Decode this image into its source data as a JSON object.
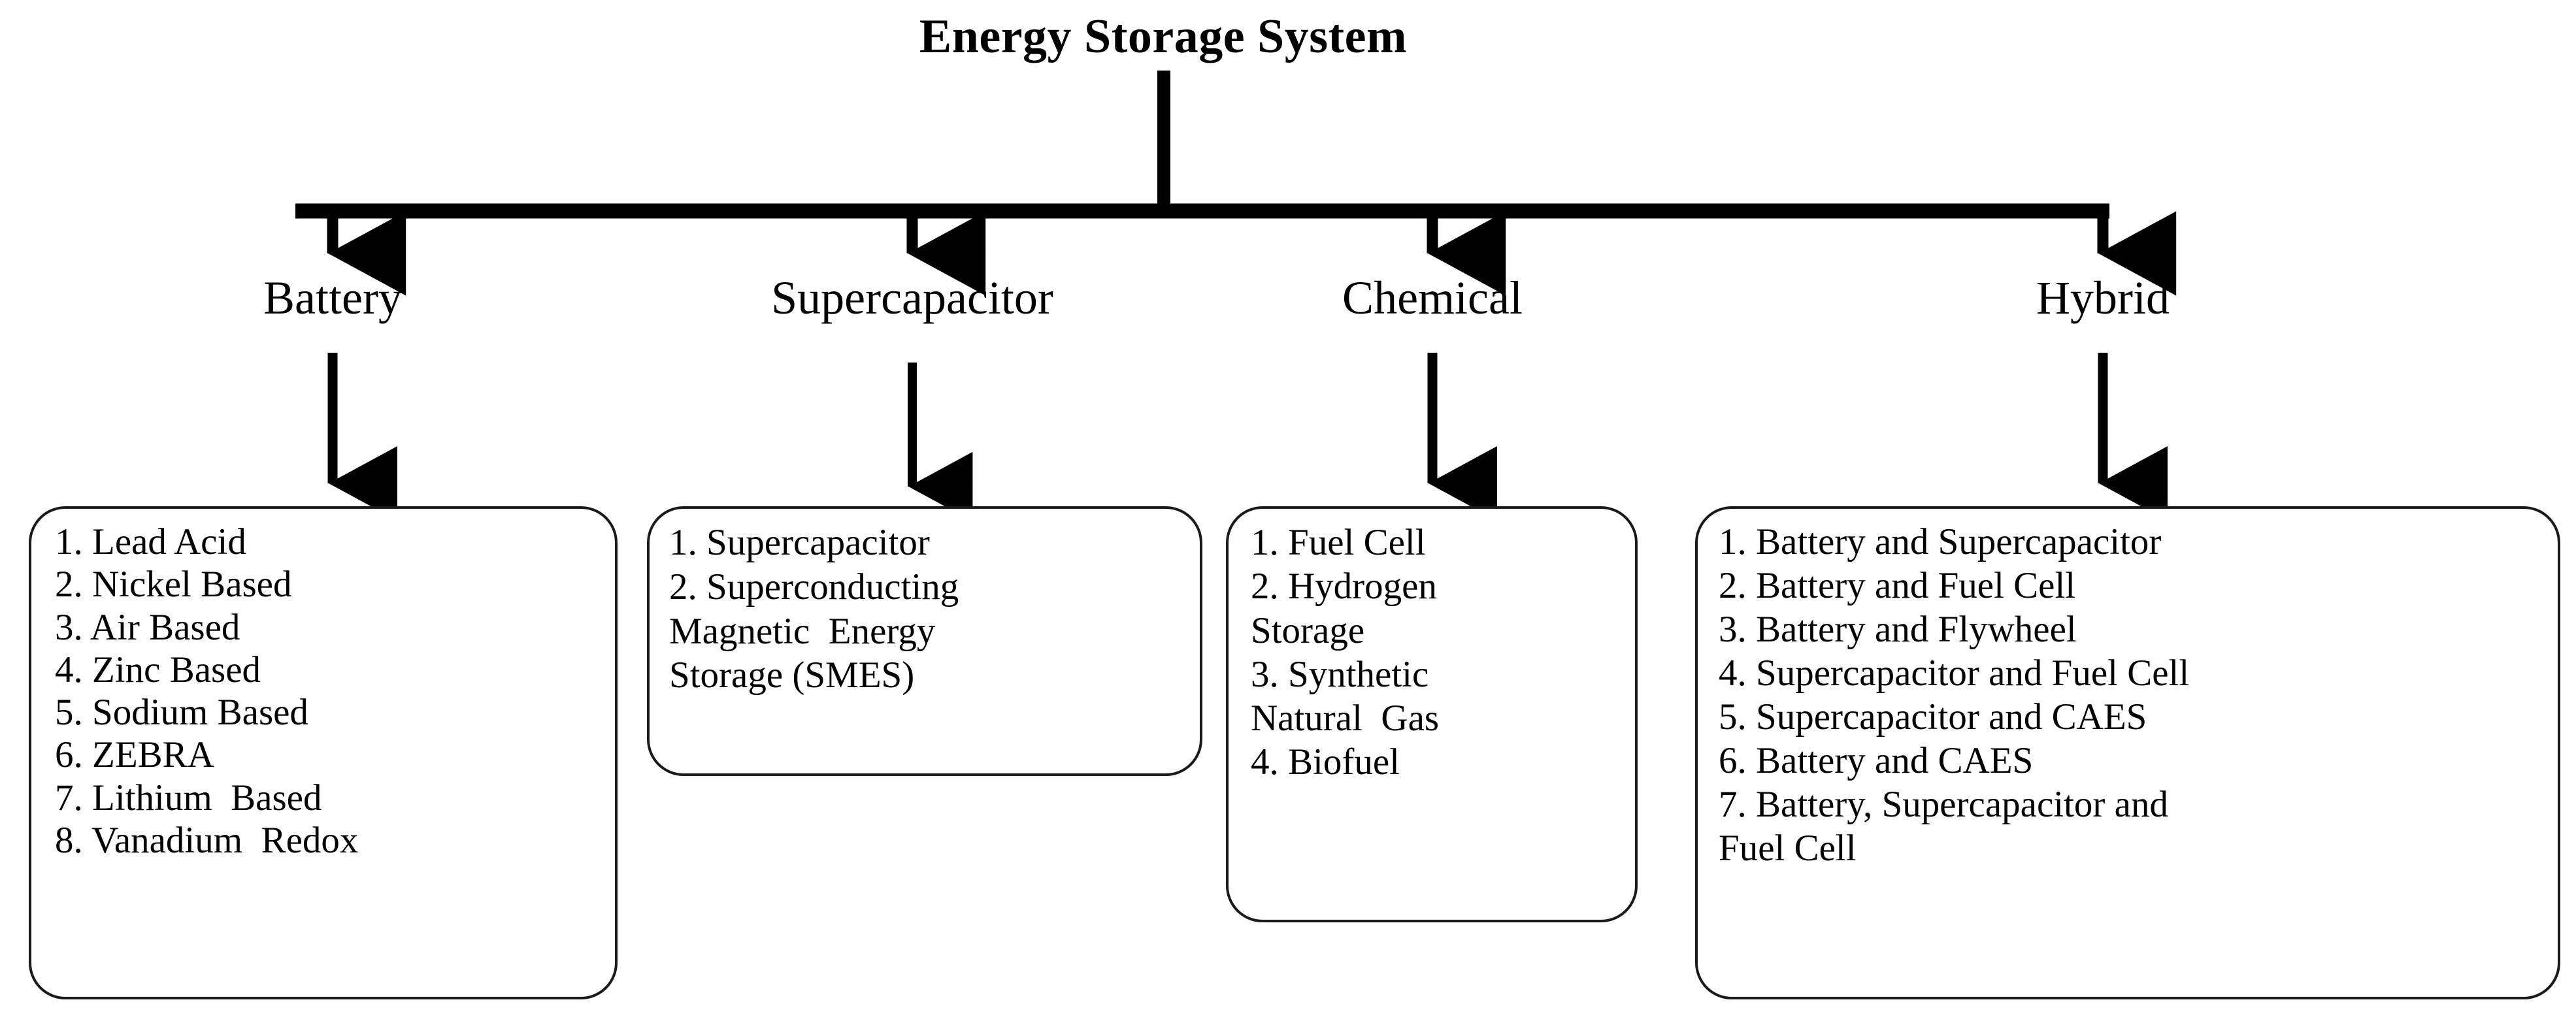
{
  "diagram": {
    "title": "Energy Storage System",
    "root": {
      "label": "Energy Storage System"
    },
    "branches": [
      {
        "id": "battery",
        "label": "Battery",
        "items": [
          "1. Lead Acid",
          "2. Nickel Based",
          "3. Air Based",
          "4. Zinc Based",
          "5. Sodium Based",
          "6. ZEBRA",
          "7. Lithium  Based",
          "8. Vanadium  Redox"
        ]
      },
      {
        "id": "supercapacitor",
        "label": "Supercapacitor",
        "items": [
          "1. Supercapacitor",
          "2. Superconducting\nMagnetic  Energy\nStorage (SMES)"
        ]
      },
      {
        "id": "chemical",
        "label": "Chemical",
        "items": [
          "1. Fuel Cell",
          "2. Hydrogen\nStorage",
          "3. Synthetic\nNatural  Gas",
          "4. Biofuel"
        ]
      },
      {
        "id": "hybrid",
        "label": "Hybrid",
        "items": [
          "1. Battery and Supercapacitor",
          "2. Battery and Fuel Cell",
          "3. Battery and Flywheel",
          "4. Supercapacitor and Fuel Cell",
          "5. Supercapacitor and CAES",
          "6. Battery and CAES",
          "7. Battery, Supercapacitor and\nFuel Cell"
        ]
      }
    ],
    "colors": {
      "line": "#000000",
      "box_border": "#1a1a1a",
      "text": "#000000",
      "background": "#ffffff"
    }
  }
}
